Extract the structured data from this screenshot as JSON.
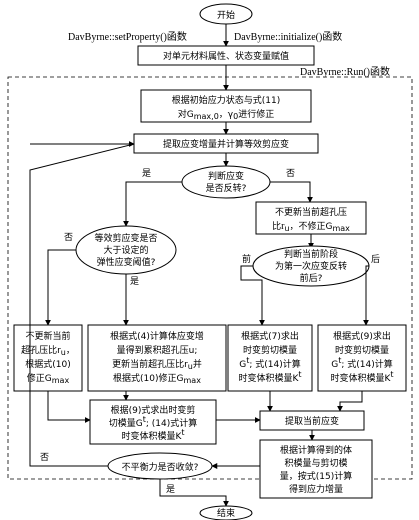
{
  "start": "开始",
  "end": "结束",
  "fn_set_property": "DavByrne::setProperty()函数",
  "fn_initialize": "DavByrne::initialize()函数",
  "fn_run": "DavByrne::Run()函数",
  "assign_box": "对单元材料属性、状态变量赋值",
  "correct_line1": "根据初始应力状态与式(11)",
  "correct_line2": "对G",
  "correct_sub2": "max,0",
  "correct_tail2": "，γ",
  "correct_sub2b": "0",
  "correct_end2": "进行修正",
  "extract_box": "提取应变增量并计算等效剪应变",
  "reverse_q1": "判断应变",
  "reverse_q2": "是否反转?",
  "yes": "是",
  "no": "否",
  "no_update_1": "不更新当前超孔压",
  "no_update_2a": "比",
  "no_update_2b": "r",
  "no_update_2c": "u",
  "no_update_2d": "，不修正G",
  "no_update_2e": "max",
  "thresh_1": "等效剪应变是否",
  "thresh_2": "大于设定的",
  "thresh_3": "弹性应变阈值?",
  "stage_1": "判断当前阶段",
  "stage_2": "为第一次应变反转",
  "stage_3": "前后?",
  "before": "前",
  "after": "后",
  "left_box_1": "不更新当前",
  "left_box_2": "超孔压比r",
  "left_box_2s": "u",
  "left_box_2t": "，",
  "left_box_3": "根据式(10)",
  "left_box_4": "修正G",
  "left_box_4s": "max",
  "mid_box_1": "根据式(4)计算体应变增",
  "mid_box_2": "量得到累积超孔压u;",
  "mid_box_3": "更新当前超孔压比r",
  "mid_box_3s": "u",
  "mid_box_3t": "并",
  "mid_box_4": "根据式(10)修正G",
  "mid_box_4s": "max",
  "r1_1": "根据式(7)求出",
  "r1_2": "时变剪切模量",
  "r1_3": "G",
  "r1_3s": "t",
  "r1_3t": "; 式(14)计算",
  "r1_4": "时变体积模量K",
  "r1_4s": "t",
  "r2_1": "根据式(9)求出",
  "r2_2": "时变剪切模量",
  "r2_3": "G",
  "r2_3s": "t",
  "r2_3t": "; 式(14)计算",
  "r2_4": "时变体积模量K",
  "r2_4s": "t",
  "calc_1": "根据(9)式求出时变剪",
  "calc_2": "切模量G",
  "calc_2s": "t",
  "calc_2t": "; (14)式计算",
  "calc_3": "时变体积模量K",
  "calc_3s": "t",
  "extract_stress": "提取当前应变",
  "final_1": "根据计算得到的体",
  "final_2": "积模量与剪切模",
  "final_3": "量，按式(15)计算",
  "final_4": "得到应力增量",
  "converge": "不平衡力是否收敛?"
}
